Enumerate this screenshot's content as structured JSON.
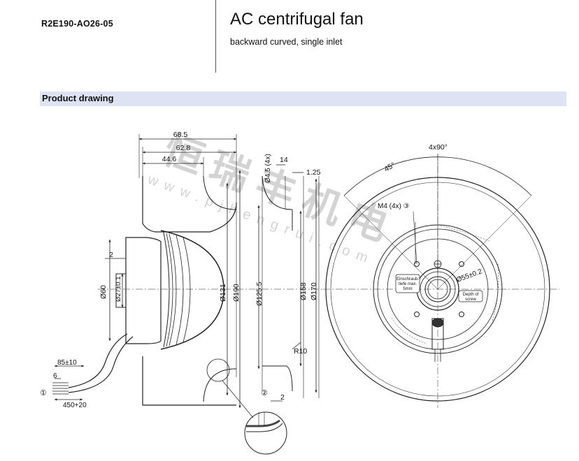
{
  "header": {
    "model": "R2E190-AO26-05",
    "title": "AC centrifugal fan",
    "subtitle": "backward curved, single inlet"
  },
  "section": {
    "title": "Product drawing"
  },
  "drawing": {
    "dims_top": [
      "68.5",
      "62.8",
      "44.6"
    ],
    "dim_hole": "Ø4.5 (4x)",
    "dim_14": "14",
    "dim_125": "1.25",
    "dim_2_left": "2",
    "dia_left": [
      "Ø60",
      "Ø27±0.1"
    ],
    "dia_center": [
      "Ø131",
      "Ø190"
    ],
    "dia_right": [
      "Ø125.5",
      "Ø158",
      "Ø170"
    ],
    "radius": "R10",
    "cable_85": "85±10",
    "cable_6": "6",
    "cable_450": "450+20",
    "callout_1": "①",
    "callout_2": "②",
    "dim_2_detail": "2",
    "angle_4x90": "4x90°",
    "angle_45": "45°",
    "m4": "M4 (4x) ③",
    "screw_depth": [
      "Einschraub-",
      "tiefe max.",
      "5mm"
    ],
    "depth_of_screw": [
      "Depth of",
      "screw"
    ],
    "dia_55": "Ø55±0.2",
    "watermark": "恒瑞丰机电",
    "watermark_url": "www.pjhengrui.com"
  }
}
